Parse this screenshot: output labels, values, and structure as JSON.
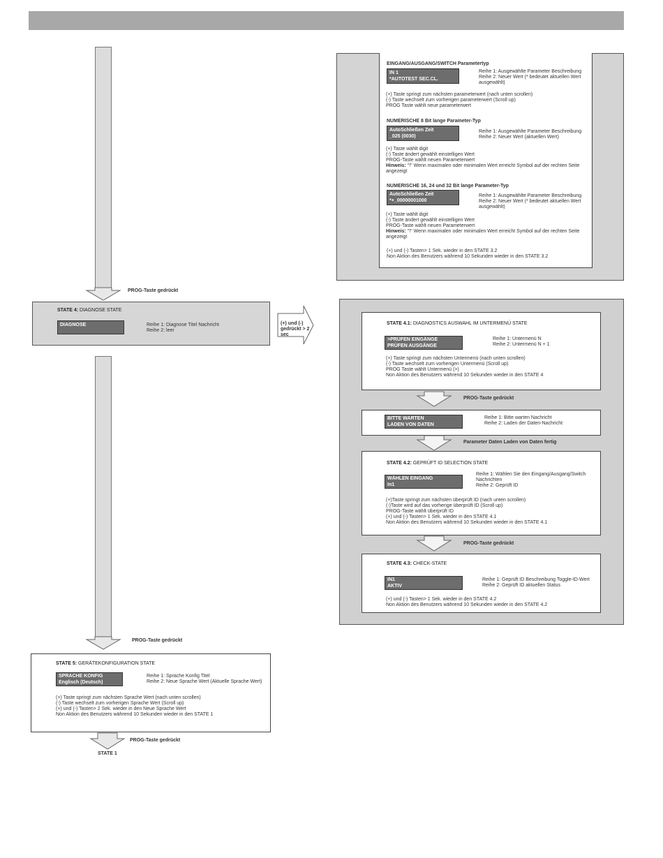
{
  "state3_detail": {
    "sec1_title": "EINGANG/AUSGANG/SWITCH Parametertyp",
    "sec1_lcd1": "IN 1",
    "sec1_lcd2": "*AUTOTEST SEC.CL.",
    "sec1_row1": "Reihe 1: Ausgewählte Parameter Beschreibung",
    "sec1_row2a": "Reihe 2: Neuer Wert (* bedeutet aktuellen Wert",
    "sec1_row2b": "ausgewählt)",
    "sec1_l1": "(+) Taste springt zum nächsten parameterwert (nach unten scrollen)",
    "sec1_l2": "(-) Taste wechselt zum vorherigen parameterwert (Scroll up)",
    "sec1_l3": "PROG Taste wählt neue parameterwert",
    "sec2_title": "NUMERISCHE 8 Bit lange Parameter-Typ",
    "sec2_lcd1": "AutoSchließen Zeit",
    "sec2_lcd2": "_025 (0030)",
    "sec2_row1": "Reihe 1: Ausgewählte Parameter Beschreibung",
    "sec2_row2": "Reihe 2: Neuer Wert (aktuellen Wert)",
    "sec2_l1": "(+) Taste wählt digit",
    "sec2_l2": "(-) Taste ändert gewählt einstelligen Wert",
    "sec2_l3": "PROG-Taste wählt neuen Parameterwert",
    "sec2_hint_label": "Hinweis:",
    "sec2_hint": " \"!\" Wenn maximalen oder minimalen Wert erreicht Symbol auf der rechten Seite",
    "sec2_hint2": "angezeigt",
    "sec3_title": "NUMERISCHE 16, 24 und 32 Bit lange Parameter-Typ",
    "sec3_lcd1": "AutoSchließen Zeit",
    "sec3_lcd2": "*+_00000001000",
    "sec3_row1": "Reihe 1: Ausgewählte Parameter Beschreibung",
    "sec3_row2a": "Reihe 2: Neuer Wert (* bedeutet aktuellen Wert",
    "sec3_row2b": "ausgewählt)",
    "sec3_l1": "(+) Taste wählt digit",
    "sec3_l2": "(-) Taste ändert gewählt einstelligen Wert",
    "sec3_l3": "PROG-Taste wählt neuen Parameterwert",
    "sec3_hint_label": "Hinweis:",
    "sec3_hint": " \"!\" Wenn maximalen oder minimalen Wert erreicht Symbol auf der rechten Seite",
    "sec3_hint2": "angezeigt",
    "foot1": "(+) und (-) Tasten> 1 Sek. wieder in den STATE 3.2",
    "foot2": "Non Aktion des Benutzers während 10 Sekunden wieder in den STATE 3.2"
  },
  "prog_pressed": "PROG-Taste gedrückt",
  "state4": {
    "label_bold": "STATE 4:",
    "label_rest": " DIAGNOSE STATE",
    "lcd": "DIAGNOSE",
    "row1": "Reihe 1: Diagnose Titel Nachricht",
    "row2": "Reihe 2: leer"
  },
  "side_arrow": {
    "l1": "(+) und (-)",
    "l2": "gedrückt > 2",
    "l3": "sec"
  },
  "state41": {
    "label_bold": "STATE 4.1:",
    "label_rest": " DIAGNOSTICS AUSWAHL IM UNTERMENÜ STATE",
    "lcd1": ">PRÜFEN EINGÄNGE",
    "lcd2": "PRÜFEN AUSGÄNGE",
    "row1": "Reihe 1: Untermenü N",
    "row2": "Reihe 2: Untermenü N + 1",
    "l1": "(+) Taste springt zum nächsten Untermenü (nach unten scrollen)",
    "l2": "(-) Taste wechselt zum vorherigen Untermenü (Scroll up)",
    "l3": "PROG Taste wählt Untermenü (>)",
    "l4": "Non Aktion des Benutzers während 10 Sekunden wieder in den STATE 4"
  },
  "wait": {
    "lcd1": "BITTE WARTEN",
    "lcd2": "LADEN VON DATEN",
    "row1": "Reihe 1: Bitte warten Nachricht",
    "row2": "Reihe 2: Laden der Daten-Nachricht"
  },
  "param_loaded": "Parameter Daten Laden von Daten fertig",
  "state42": {
    "label_bold": "STATE 4.2:",
    "label_rest": " GEPRÜFT ID SELECTION STATE",
    "lcd1": "WÄHLEN EINGANG",
    "lcd2": "In1",
    "row1": "Reihe 1: Wählen Sie den Eingang/Ausgang/Switch",
    "row1b": "Nachrichten",
    "row2": "Reihe 2: Geprüft ID",
    "l1": "(+)Taste springt zum nächsten überprüft ID (nach unten scrollen)",
    "l2": "(-)Taste wird auf das vorherige überprüft ID (Scroll up)",
    "l3": "PROG-Taste wählt überprüft ID",
    "l4": "(+) und (-) Tasten> 1 Sek. wieder in den STATE 4.1",
    "l5": "Non Aktion des Benutzers während 10 Sekunden wieder in den STATE 4.1"
  },
  "state43": {
    "label_bold": "STATE 4.3:",
    "label_rest": " CHECK-STATE",
    "lcd1": "IN1",
    "lcd2": "AKTIV",
    "row1": "Reihe 1: Geprüft ID Beschreibung Toggle-ID-Wert",
    "row2": "Reihe 2: Geprüft ID aktuellen Status",
    "l1": "(+) und (-) Tasten> 1 Sek. wieder in den STATE 4.2",
    "l2": "Non Aktion des Benutzers während 10 Sekunden wieder in den STATE 4.2"
  },
  "state5": {
    "label_bold": "STATE 5:",
    "label_rest": " GERÄTEKONFIGURATION STATE",
    "lcd1": "SPRACHE KONFIG",
    "lcd2": "Englisch (Deutsch)",
    "row1": "Reihe 1: Sprache Konfig Titel",
    "row2": "Reihe 2: Neue Sprache Wert (Aktuelle Sprache Wert)",
    "l1": "(+) Taste springt zum nächsten Sprache Wert (nach unten scrollen)",
    "l2": "(-) Taste wechselt zum vorherigen Sprache Wert (Scroll up)",
    "l3": "(+) und (-) Tasten> 2 Sek. wieder in den Neue Sprache Wert",
    "l4": "Non Aktion des Benutzers während 10 Sekunden wieder in den STATE 1"
  },
  "state1_label": "STATE 1"
}
